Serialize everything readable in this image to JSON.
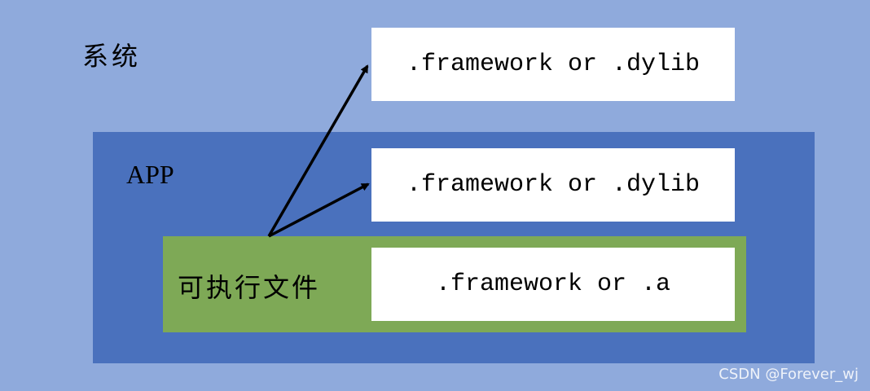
{
  "system": {
    "label": "系统"
  },
  "app": {
    "label": "APP"
  },
  "executable": {
    "label": "可执行文件"
  },
  "libraries": {
    "system_lib": ".framework or .dylib",
    "app_lib": ".framework or .dylib",
    "static_lib": ".framework or .a"
  },
  "watermark": "CSDN @Forever_wj",
  "colors": {
    "system_bg": "#8faadc",
    "app_bg": "#4a71bd",
    "executable_bg": "#7ea956",
    "library_bg": "#ffffff",
    "arrow": "#000000"
  }
}
